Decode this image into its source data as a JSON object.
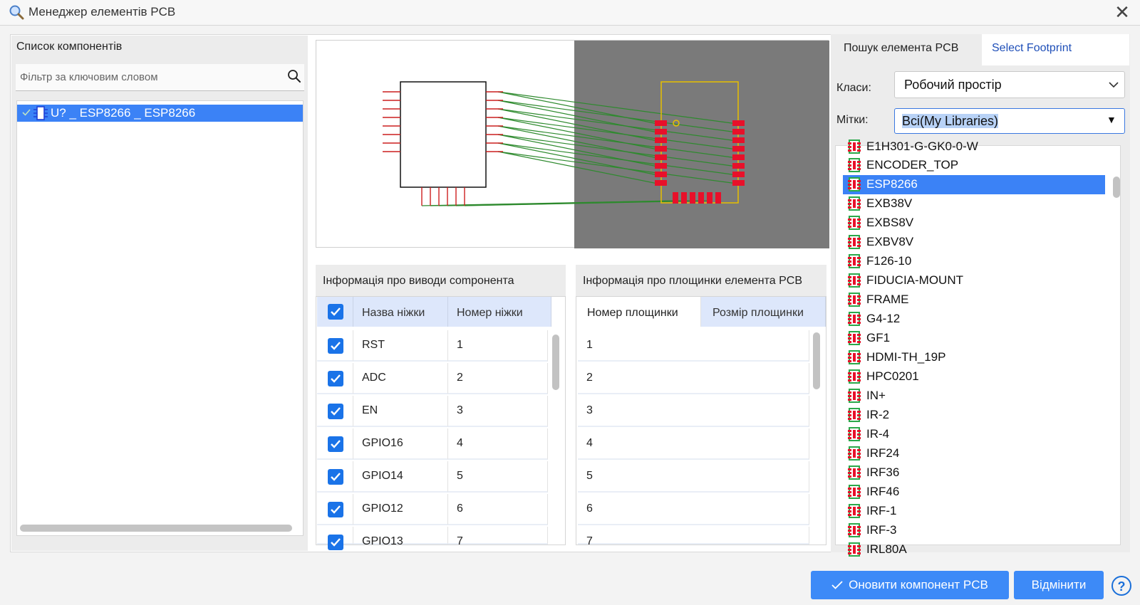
{
  "window": {
    "title": "Менеджер елементів PCB",
    "close_glyph": "✕"
  },
  "left_panel": {
    "header": "Список компонентів",
    "filter_placeholder": "Фільтр за ключовим словом",
    "tree_item": "U? _ ESP8266 _ ESP8266"
  },
  "pins": {
    "header": "Інформація про виводи compонента",
    "col_name": "Назва ніжки",
    "col_number": "Номер ніжки",
    "rows": [
      {
        "name": "RST",
        "number": "1"
      },
      {
        "name": "ADC",
        "number": "2"
      },
      {
        "name": "EN",
        "number": "3"
      },
      {
        "name": "GPIO16",
        "number": "4"
      },
      {
        "name": "GPIO14",
        "number": "5"
      },
      {
        "name": "GPIO12",
        "number": "6"
      },
      {
        "name": "GPIO13",
        "number": "7"
      }
    ]
  },
  "pads": {
    "header": "Інформація про площинки елемента PCB",
    "col_number": "Номер площинки",
    "col_size": "Розмір площинки",
    "rows": [
      "1",
      "2",
      "3",
      "4",
      "5",
      "6",
      "7"
    ]
  },
  "right_panel": {
    "tab_search": "Пошук елемента PCB",
    "tab_select": "Select Footprint",
    "classes_label": "Класи:",
    "classes_value": "Робочий простір",
    "tags_label": "Мітки:",
    "tags_value": "Всі(My Libraries)",
    "partial_top": "E1H301-G-GK0-0-W",
    "footprints": [
      "ENCODER_TOP",
      "ESP8266",
      "EXB38V",
      "EXBS8V",
      "EXBV8V",
      "F126-10",
      "FIDUCIA-MOUNT",
      "FRAME",
      "G4-12",
      "GF1",
      "HDMI-TH_19P",
      "HPC0201",
      "IN+",
      "IR-2",
      "IR-4",
      "IRF24",
      "IRF36",
      "IRF46",
      "IRF-1",
      "IRF-3"
    ],
    "partial_bottom": "IRL80A",
    "selected": "ESP8266"
  },
  "footer": {
    "update_button": "Оновити компонент PCB",
    "cancel_button": "Відмінити",
    "help_glyph": "?"
  },
  "colors": {
    "accent": "#3b82f6",
    "button": "#3d8af7",
    "checkbox": "#1a73e8",
    "column_header": "#dde7fb",
    "pcb_background": "#7a7a7a",
    "pad_red": "#e8102a",
    "outline_yellow": "#e8c000",
    "ratline_green": "#2e8a2e"
  },
  "icons": [
    "search-icon",
    "close-icon",
    "component-icon",
    "checkbox-icon",
    "footprint-icon",
    "chevron-down-icon",
    "help-icon"
  ]
}
